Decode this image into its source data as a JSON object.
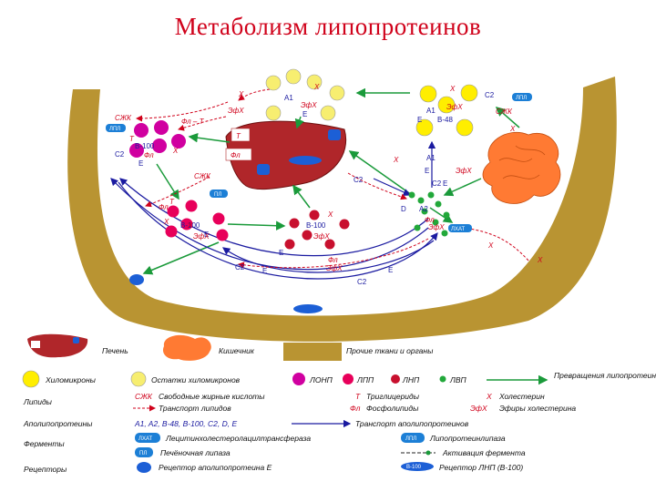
{
  "title": "Метаболизм липопротеинов",
  "colors": {
    "tissue": "#b99432",
    "liver": "#b0262a",
    "intestine": "#ff7a33",
    "chylomicron": "#ffee00",
    "remnant": "#f7ee70",
    "vldl": "#d000a0",
    "idl": "#e8005a",
    "ldl": "#c8102e",
    "hdl": "#22a83a",
    "arrow_green": "#1a9a3a",
    "arrow_blue": "#1a1aa0",
    "arrow_red": "#d0021b",
    "enzyme": "#1c7fd6"
  },
  "diagram": {
    "chylo_top": [
      "X",
      "A1",
      "X",
      "ЭфX",
      "E"
    ],
    "chylo_right": [
      "X",
      "C2",
      "A1",
      "ЭфX",
      "E",
      "B-48"
    ],
    "ldl_tag": "ЛПЛ",
    "szhk": "СЖК",
    "x": "X",
    "lpl": "ЛПЛ",
    "vldl_labels": [
      "Т",
      "B-100",
      "C2",
      "Фл",
      "E"
    ],
    "fl_t": "Фл – Т",
    "efx": "ЭфX",
    "liver_labels": [
      "Т",
      "Фл"
    ],
    "pl_badge": "ПЛ",
    "idl_labels": [
      "Фл",
      "Т",
      "B-100",
      "E",
      "ЭфX"
    ],
    "ldl_labels": [
      "B-100",
      "ЭфX",
      "X"
    ],
    "hdl_labels": [
      "A1",
      "E",
      "C2",
      "A2",
      "D",
      "E",
      "Фл",
      "ЭфX"
    ],
    "lhat": "ЛХАТ",
    "c2": "C2",
    "e": "E",
    "ssl_labels": [
      "C2",
      "E",
      "Фл",
      "ЭфX",
      "E",
      "C2"
    ]
  },
  "legend": {
    "liver": "Печень",
    "intestine": "Кишечник",
    "tissues": "Прочие ткани и органы",
    "chylomicrons": "Хиломикроны",
    "remnants": "Остатки хиломикронов",
    "vldl": "ЛОНП",
    "idl": "ЛПП",
    "ldl": "ЛНП",
    "hdl": "ЛВП",
    "transform": "Превращения липопротеинов",
    "lipids": "Липиды",
    "ffa_code": "СЖК",
    "ffa": "Свободные жирные кислоты",
    "tg_code": "Т",
    "tg": "Триглицериды",
    "chol_code": "X",
    "chol": "Холестерин",
    "fl_code": "Фл",
    "phospholipids": "Фосфолипиды",
    "efx_code": "ЭфX",
    "chol_esters": "Эфиры холестерина",
    "lipid_transport": "Транспорт липидов",
    "apolipoproteins": "Аполипопротеины",
    "apo_list": "A1, A2, B-48, B-100, C2, D, E",
    "apo_transport": "Транспорт аполипопротеинов",
    "enzymes": "Ферменты",
    "lhat_code": "ЛХАТ",
    "lhat": "Лецитинхолестеролацилтрансфераза",
    "lpl_code": "ЛПЛ",
    "lpl": "Липопротеинлипаза",
    "pl_code": "ПЛ",
    "hepatic_lipase": "Печёночная липаза",
    "activation": "Активация фермента",
    "receptors": "Рецепторы",
    "rec_e": "Рецептор аполипопротеина Е",
    "rec_ldl_code": "B-100",
    "rec_ldl": "Рецептор ЛНП (B-100)"
  }
}
